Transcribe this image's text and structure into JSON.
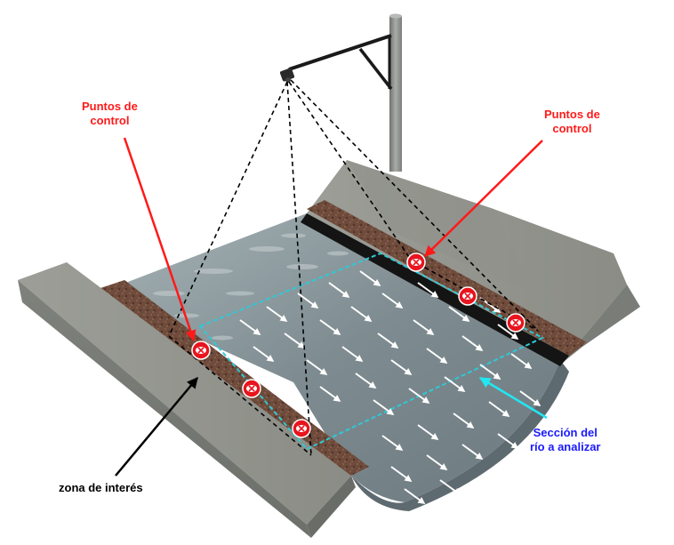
{
  "labels": {
    "control_left": [
      "Puntos de",
      "control"
    ],
    "control_right": [
      "Puntos de",
      "control"
    ],
    "section": [
      "Sección del",
      "río a analizar"
    ],
    "zone": "zona de interés"
  },
  "icons": {
    "control_point": "control-point-marker-icon",
    "flow_arrow": "flow-arrow-icon",
    "camera": "camera-icon"
  },
  "colors": {
    "control_label": "#ff1a1a",
    "section_label": "#1a1aff",
    "section_outline": "#2ec9d6",
    "marker_red": "#e8141e",
    "zone_label": "#000000",
    "concrete": "#8b8d86",
    "gravel": "#6b4a3a",
    "water": "#7f8d92"
  },
  "control_points": {
    "left_bank_count": 3,
    "right_bank_count": 3
  }
}
